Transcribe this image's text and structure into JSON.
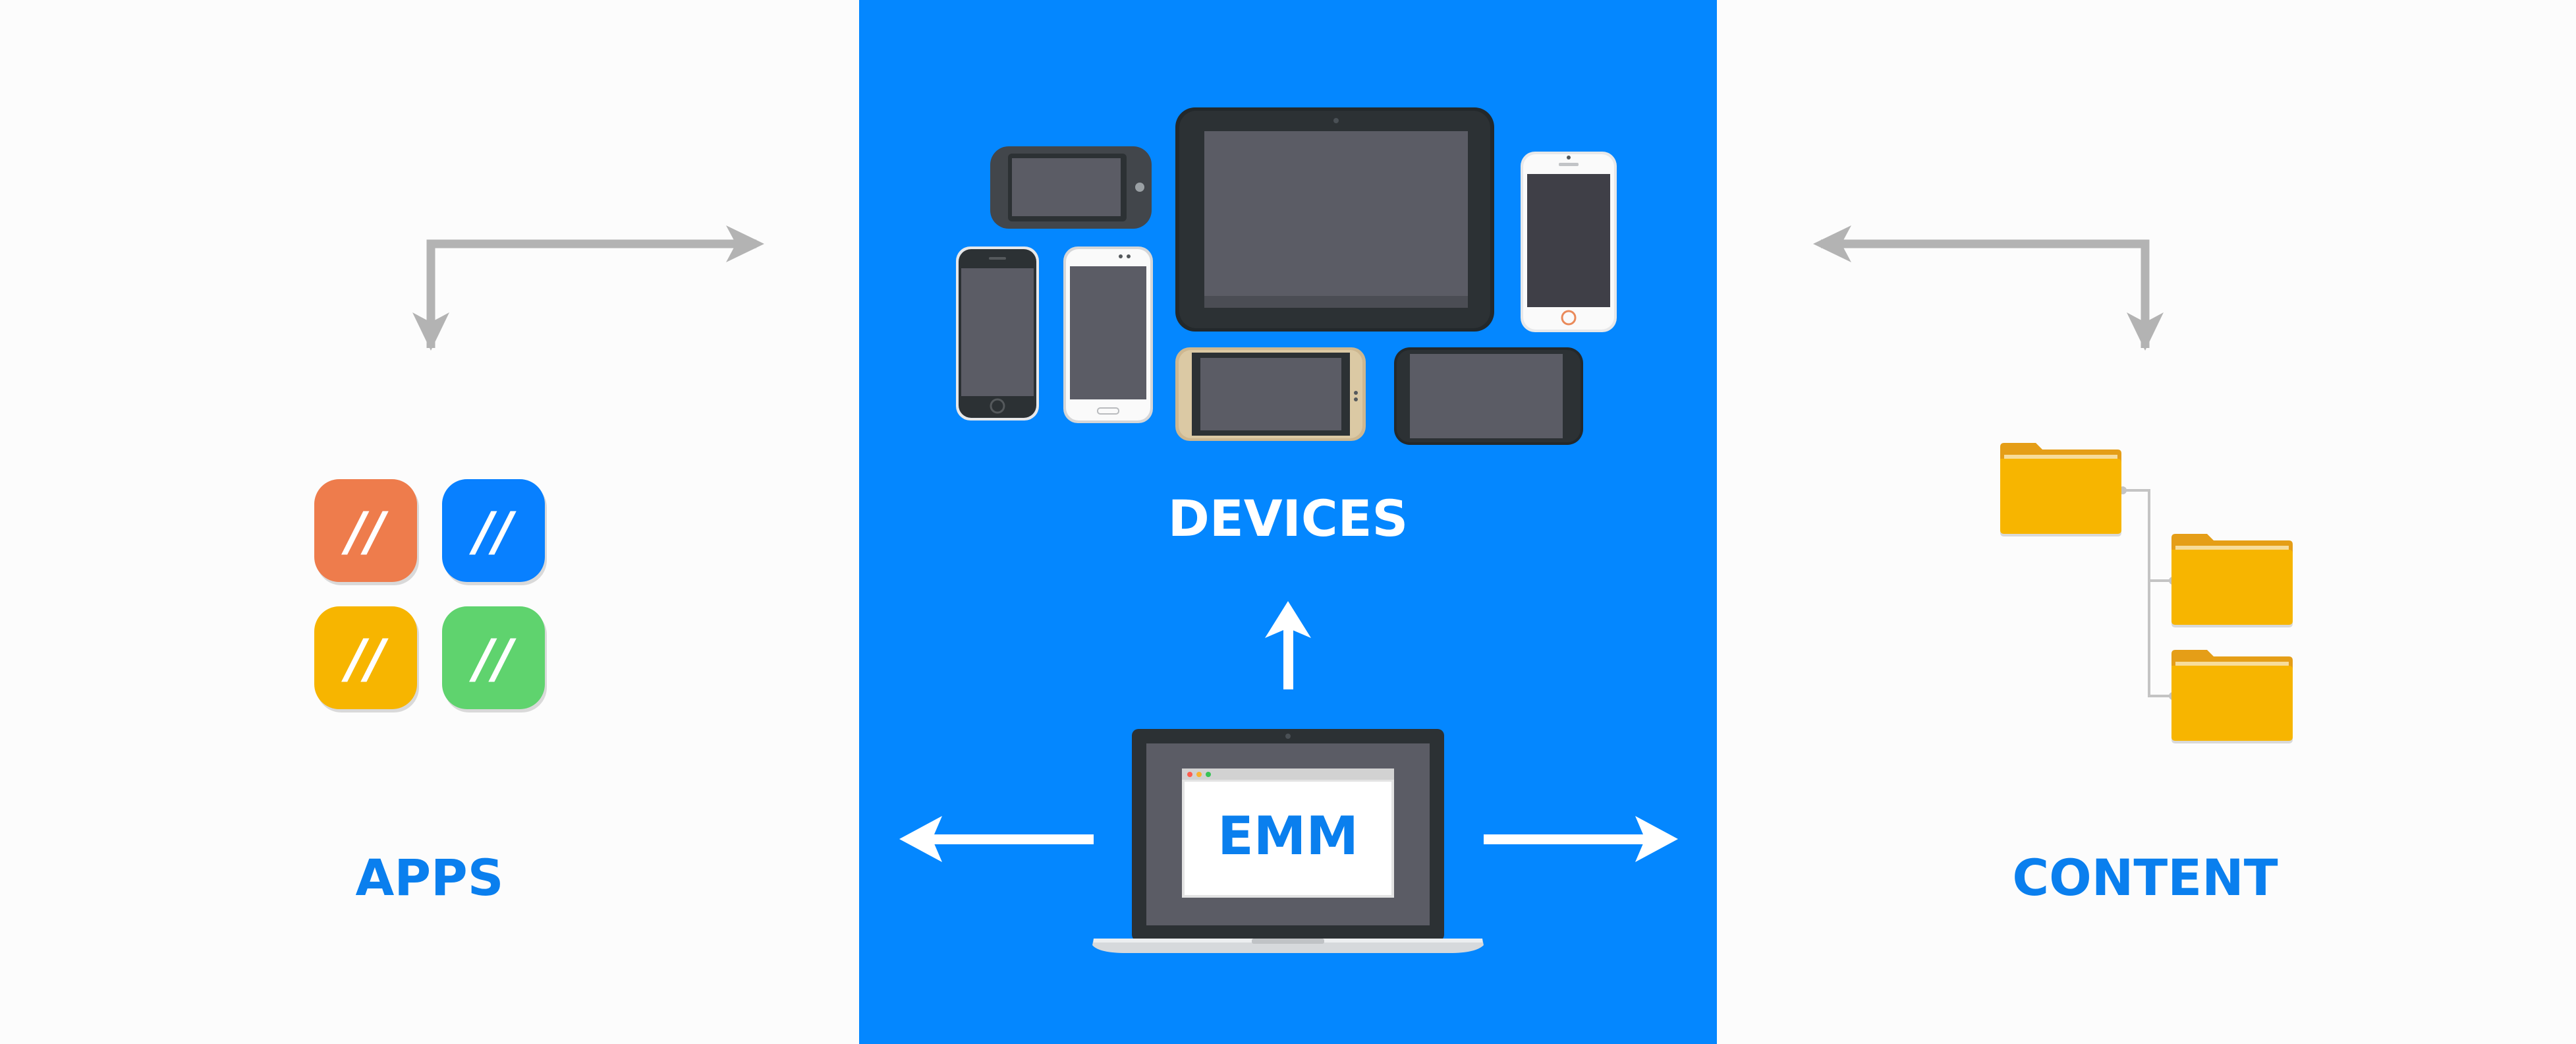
{
  "labels": {
    "devices": "DEVICES",
    "apps": "APPS",
    "content": "CONTENT",
    "emm": "EMM",
    "app_icon_glyph": "//"
  },
  "colors": {
    "page_bg": "#fcfcfc",
    "center_panel": "#0487ff",
    "label_blue": "#0a7fee",
    "arrow_gray": "#b3b3b3",
    "arrow_white": "#ffffff",
    "app_orange": "#ee7c4c",
    "app_blue": "#0880ff",
    "app_yellow": "#f7b500",
    "app_green": "#5fd36e",
    "folder": "#f7b500",
    "folder_tab": "#e59e17",
    "device_dark": "#2c3134",
    "screen": "#5b5c65"
  },
  "icons": [
    "app-icon",
    "folder-icon",
    "tablet-icon",
    "phone-icon",
    "laptop-icon",
    "arrow-icon"
  ]
}
